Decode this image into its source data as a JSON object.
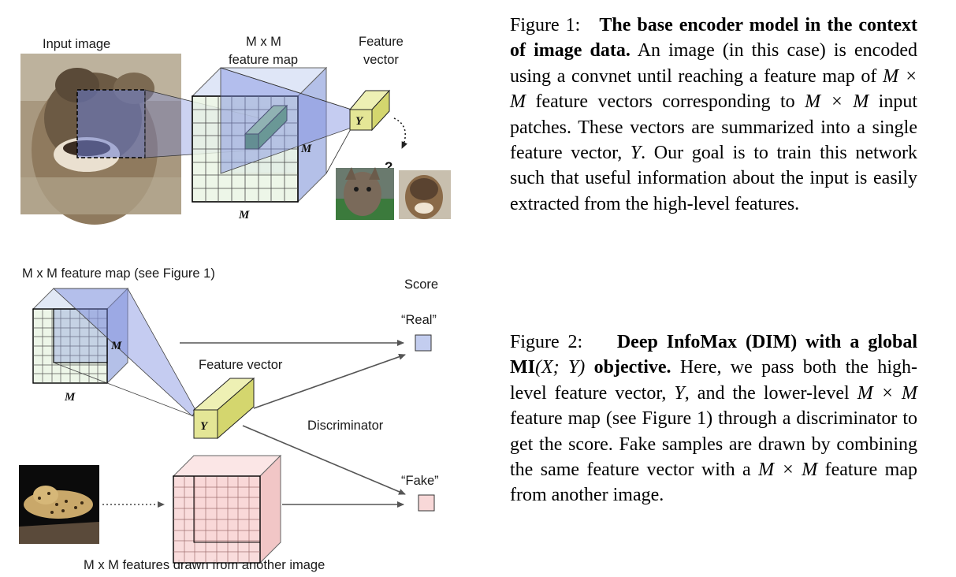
{
  "figure1": {
    "input_image_label": "Input image",
    "feature_map_label_line1": "M x M",
    "feature_map_label_line2": "feature map",
    "feature_vector_label_line1": "Feature",
    "feature_vector_label_line2": "vector",
    "m_symbol": "M",
    "y_symbol": "Y",
    "question_mark": "?"
  },
  "figure2": {
    "feature_map_label": "M x M feature map (see Figure 1)",
    "score_label": "Score",
    "real_label": "“Real”",
    "fake_label": "“Fake”",
    "feature_vector_label": "Feature vector",
    "discriminator_label": "Discriminator",
    "another_image_label": "M x M features drawn from another image",
    "m_symbol": "M",
    "y_symbol": "Y"
  },
  "caption1": {
    "prefix": "Figure 1:",
    "title": "The base encoder model in the context of image data.",
    "p1": " An image (in this case) is encoded using a convnet until reaching a feature map of ",
    "m1": "M × M",
    "p2": " feature vectors corresponding to ",
    "m2": "M × M",
    "p3": " input patches. These vectors are summarized into a single feature vector, ",
    "y": "Y",
    "p4": ". Our goal is to train this network such that useful information about the input is easily extracted from the high-level features."
  },
  "caption2": {
    "prefix": "Figure 2:",
    "title_a": "Deep InfoMax (DIM) with a global MI",
    "title_math": "(X; Y)",
    "title_b": " objective.",
    "p1": " Here, we pass both the high-level feature vector, ",
    "y": "Y",
    "p2": ", and the lower-level ",
    "m1": "M × M",
    "p3": " feature map (see Figure 1) through a discriminator to get the score. Fake samples are drawn by combining the same feature vector with a ",
    "m2": "M × M",
    "p4": " feature map from another image."
  },
  "colors": {
    "blue_fill": "#c3cdef",
    "green_fill": "#eaf5e4",
    "yellow_fill": "#e4e696",
    "pink_fill": "#f8d8d8",
    "arrow": "#555555"
  }
}
